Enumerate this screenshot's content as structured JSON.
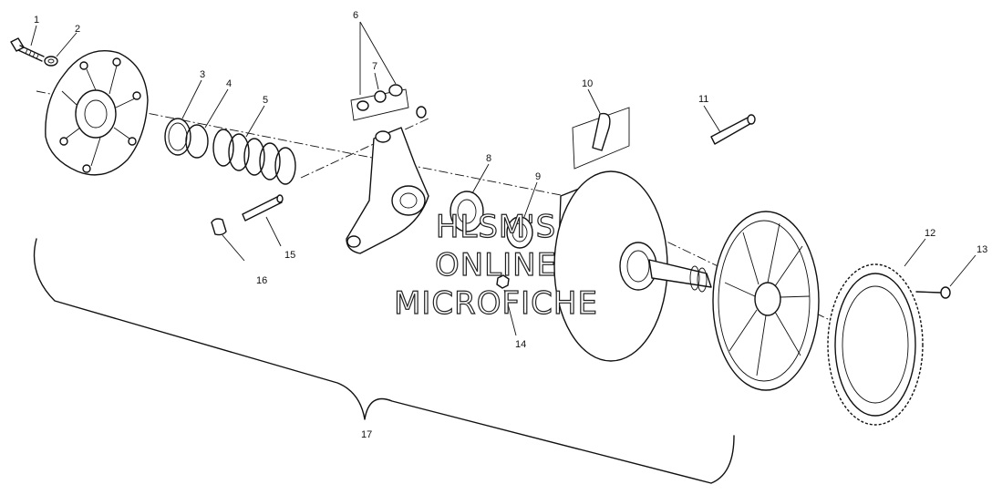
{
  "callouts": [
    "1",
    "2",
    "3",
    "4",
    "5",
    "6",
    "7",
    "8",
    "9",
    "10",
    "11",
    "12",
    "13",
    "14",
    "15",
    "16",
    "17"
  ],
  "watermark": {
    "line1": "HLSM'S",
    "line2": "ONLINE",
    "line3": "MICROFICHE"
  }
}
